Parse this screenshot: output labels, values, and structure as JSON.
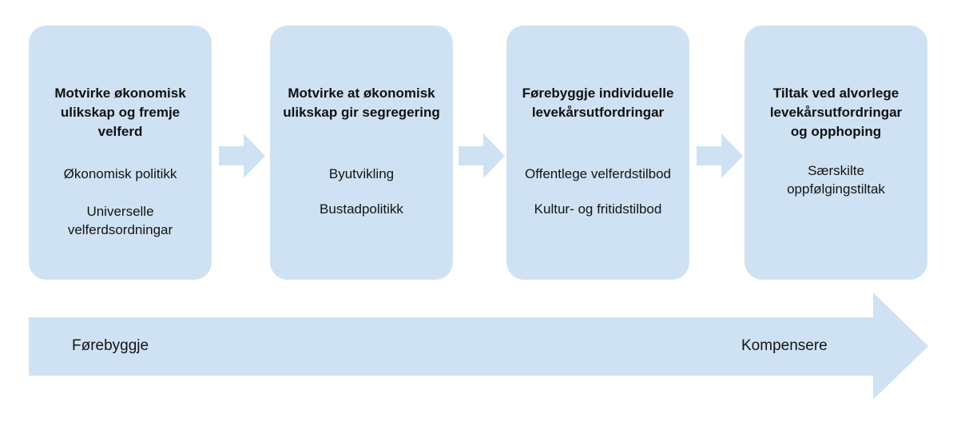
{
  "diagram": {
    "fill_color": "#cfe2f3",
    "text_color": "#141414",
    "background": "#ffffff",
    "stages": [
      {
        "title": "Motvirke økonomisk\nulikskap og fremje\nvelferd",
        "items": [
          "Økonomisk politikk",
          "Universelle\nvelferdsordningar"
        ]
      },
      {
        "title": "Motvirke at økonomisk\nulikskap gir segregering",
        "items": [
          "Byutvikling",
          "Bustadpolitikk"
        ]
      },
      {
        "title": "Førebyggje individuelle\nlevekårsutfordringar",
        "items": [
          "Offentlege velferdstilbod",
          "Kultur- og fritidstilbod"
        ]
      },
      {
        "title": "Tiltak ved alvorlege\nlevekårsutfordringar\nog opphoping",
        "items": [
          "Særskilte\noppfølgingstiltak"
        ]
      }
    ],
    "connectors": [
      {
        "icon": "right-arrow-icon"
      },
      {
        "icon": "right-arrow-icon"
      },
      {
        "icon": "right-arrow-icon"
      }
    ],
    "continuum": {
      "icon": "right-arrow-bar-icon",
      "left_label": "Førebyggje",
      "right_label": "Kompensere"
    }
  }
}
